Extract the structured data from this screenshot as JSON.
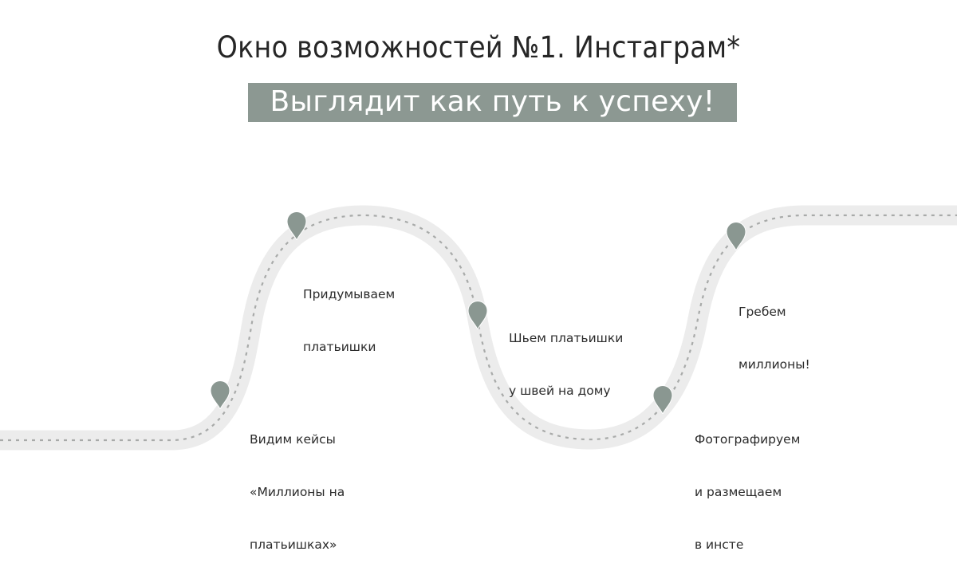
{
  "header": {
    "title": "Окно возможностей №1. Инстаграм*",
    "banner": "Выглядит как путь к успеху!"
  },
  "colors": {
    "banner_bg": "#8c9892",
    "road": "#ececec",
    "road_dash": "#a8aaa9",
    "pin": "#8a9791",
    "text": "#2b2b2b"
  },
  "diagram": {
    "type": "winding-road-timeline",
    "steps": [
      {
        "id": 1,
        "label_line1": "Видим кейсы",
        "label_line2": "«Миллионы на",
        "label_line3": "платьишках»",
        "icon": "map-pin-icon"
      },
      {
        "id": 2,
        "label_line1": "Придумываем",
        "label_line2": "платьишки",
        "icon": "map-pin-icon"
      },
      {
        "id": 3,
        "label_line1": "Шьем платьишки",
        "label_line2": "у швей на дому",
        "icon": "map-pin-icon"
      },
      {
        "id": 4,
        "label_line1": "Фотографируем",
        "label_line2": "и размещаем",
        "label_line3": "в инсте",
        "icon": "map-pin-icon"
      },
      {
        "id": 5,
        "label_line1": "Гребем",
        "label_line2": "миллионы!",
        "icon": "map-pin-icon"
      }
    ]
  }
}
